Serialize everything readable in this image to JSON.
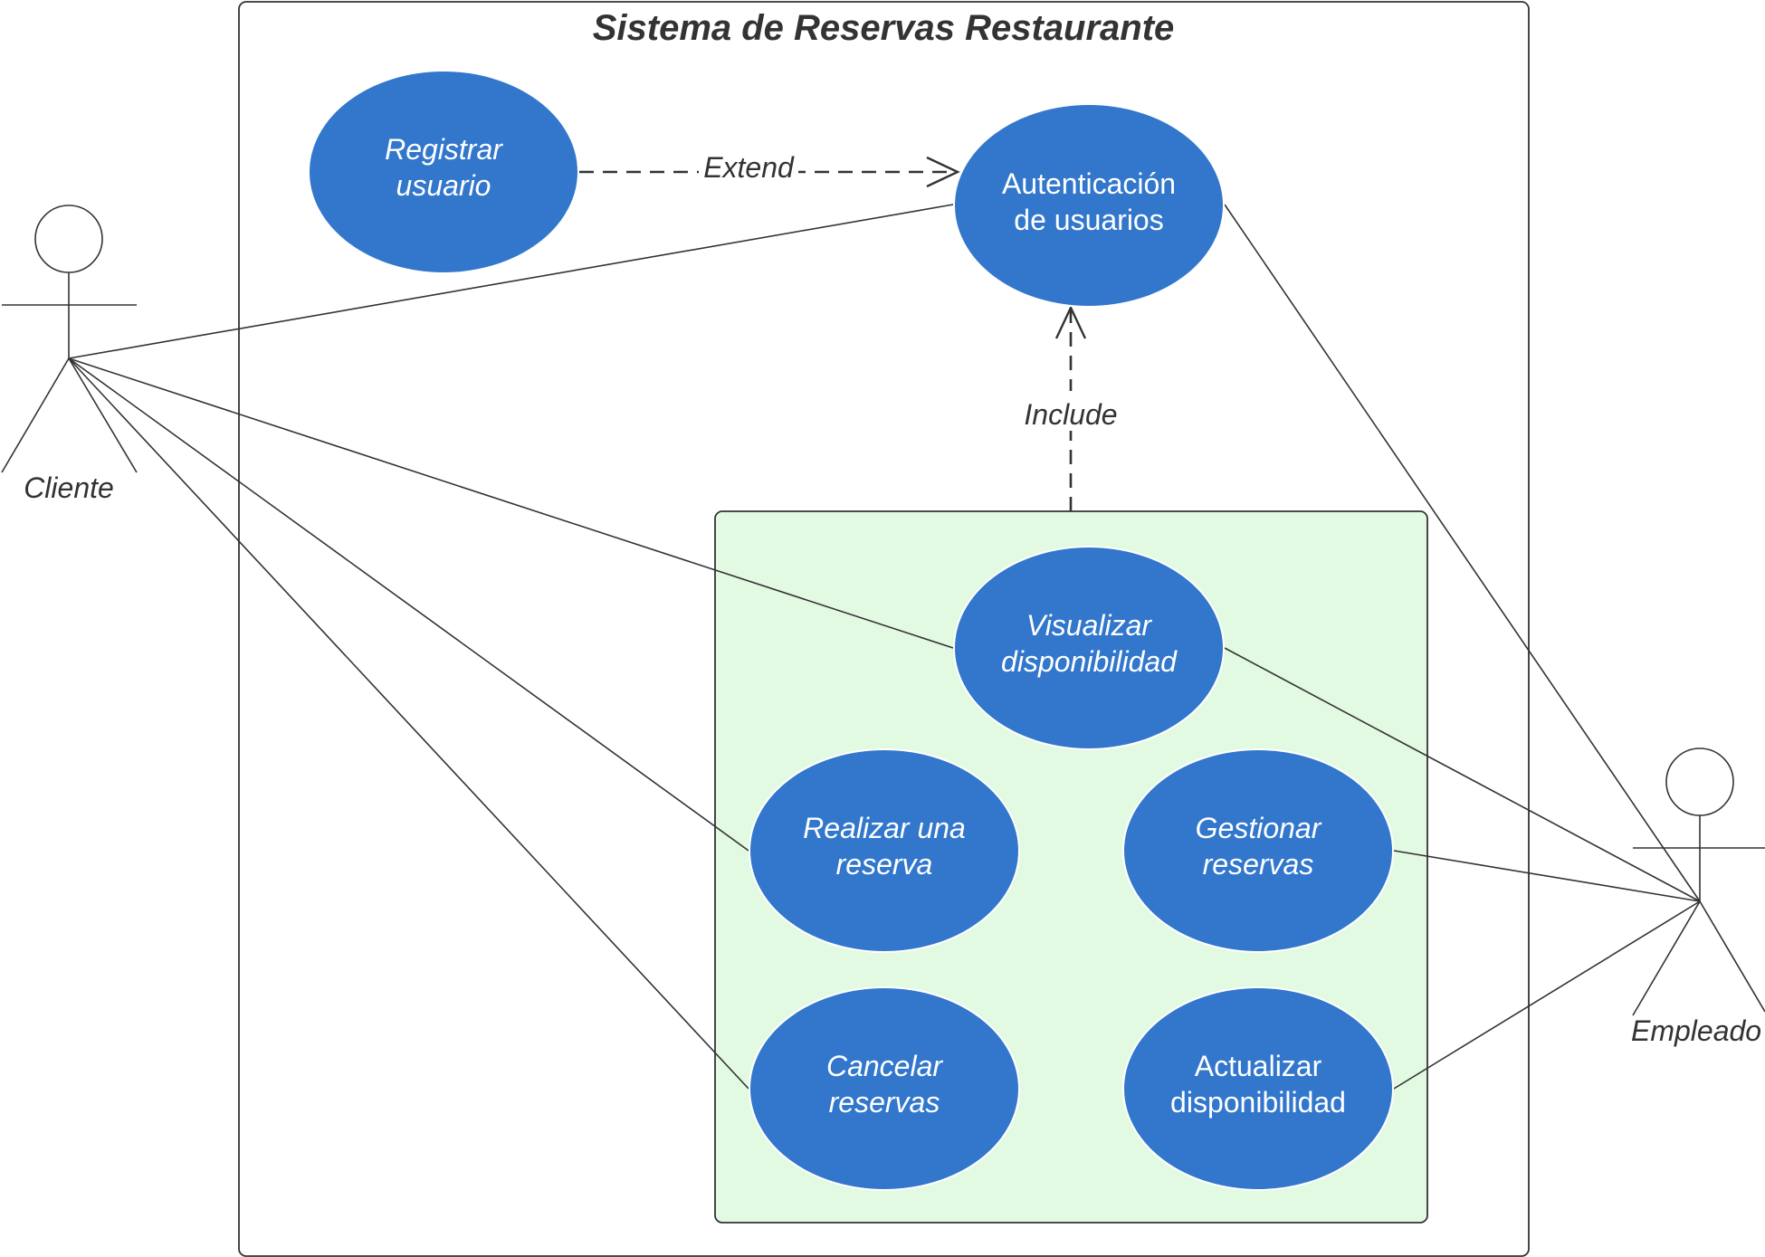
{
  "system": {
    "title": "Sistema de Reservas Restaurante"
  },
  "colors": {
    "use_case_fill": "#3277cc",
    "group_fill": "#e2f9e2",
    "line": "#333333"
  },
  "actors": {
    "cliente": "Cliente",
    "empleado": "Empleado"
  },
  "use_cases": {
    "registrar": [
      "Registrar",
      "usuario"
    ],
    "autenticacion": [
      "Autenticación",
      "de usuarios"
    ],
    "visualizar": [
      "Visualizar",
      "disponibilidad"
    ],
    "realizar": [
      "Realizar una",
      "reserva"
    ],
    "gestionar": [
      "Gestionar",
      "reservas"
    ],
    "cancelar": [
      "Cancelar",
      "reservas"
    ],
    "actualizar": [
      "Actualizar",
      "disponibilidad"
    ]
  },
  "relationships": {
    "extend": "Extend",
    "include": "Include"
  }
}
